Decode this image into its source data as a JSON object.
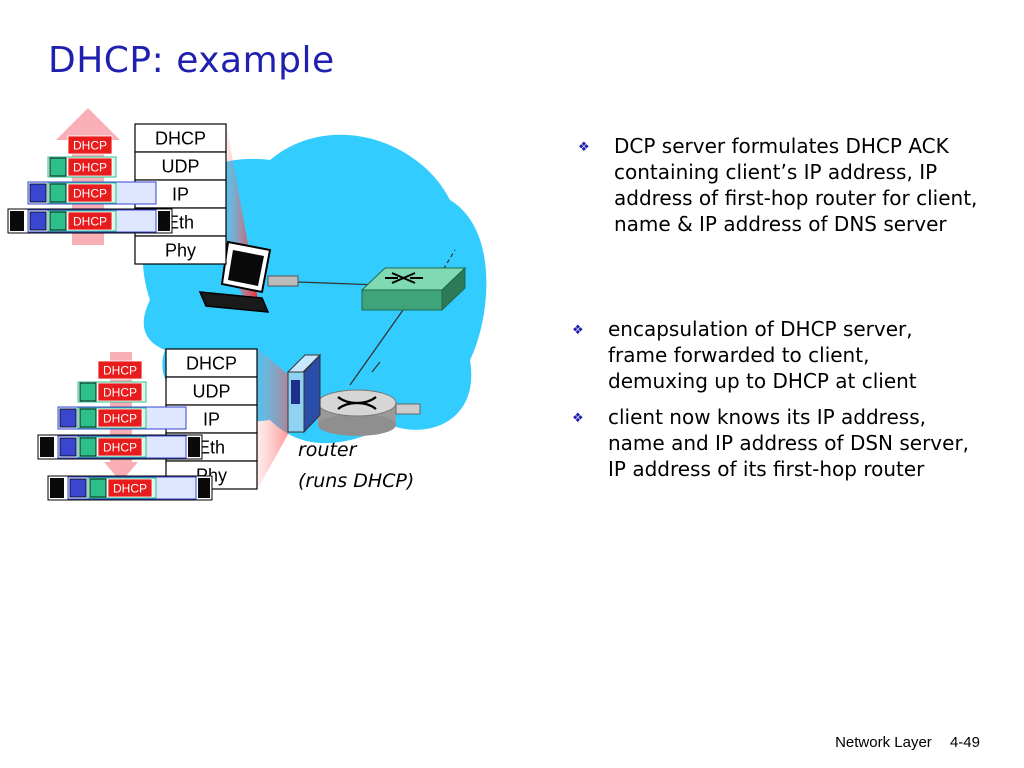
{
  "slide": {
    "title": "DHCP: example",
    "footer_section": "Network Layer",
    "footer_page": "4-49"
  },
  "diagram": {
    "client_stack": [
      "DHCP",
      "UDP",
      "IP",
      "Eth",
      "Phy"
    ],
    "server_stack": [
      "DHCP",
      "UDP",
      "IP",
      "Eth",
      "Phy"
    ],
    "packet_label": "DHCP",
    "router_label_line1": "router",
    "router_label_line2": "(runs DHCP)"
  },
  "bullets_top": [
    "DCP server formulates DHCP ACK containing client’s IP address, IP address of first-hop router for client, name & IP address of DNS server"
  ],
  "bullets_bottom": [
    "encapsulation of DHCP server, frame forwarded to client, demuxing up to DHCP at client",
    "client now knows its IP address, name and IP address of DSN server, IP address of its first-hop router"
  ],
  "colors": {
    "title": "#1f1fb0",
    "network_cloud": "#33ccff",
    "dhcp_box": "#e81c1c",
    "udp_box": "#2ec08c",
    "ip_box": "#3a46d0",
    "arrow_pink": "#f7a1a8",
    "switch_green": "#3fa47a"
  },
  "icons": {
    "bullet": "diamond-bullet-icon",
    "laptop": "laptop-icon",
    "switch": "switch-icon",
    "router": "router-icon",
    "server": "server-icon"
  }
}
